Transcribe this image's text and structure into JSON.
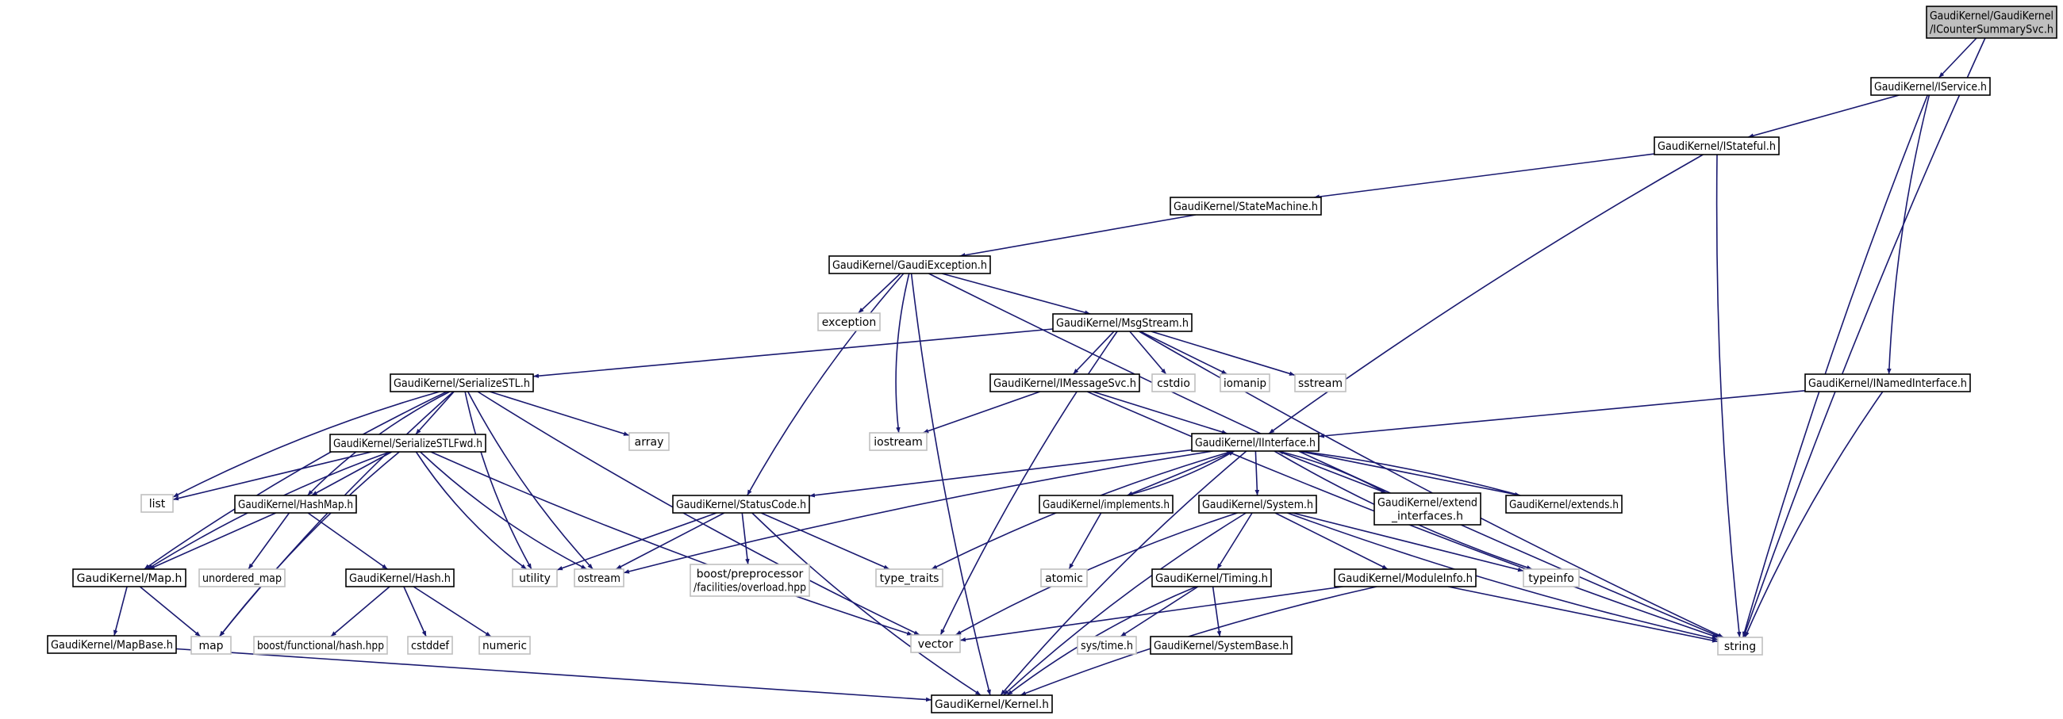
{
  "colors": {
    "edge": "#191970",
    "node_border": "#000000",
    "system_border": "#bfbfbf",
    "root_fill": "#bfbfbf",
    "node_fill": "#ffffff",
    "text": "#000000"
  },
  "nodes": [
    {
      "id": "root",
      "lines": [
        "GaudiKernel/GaudiKernel",
        "/ICounterSummarySvc.h"
      ],
      "kind": "root"
    },
    {
      "id": "iservice",
      "lines": [
        "GaudiKernel/IService.h"
      ],
      "kind": "file"
    },
    {
      "id": "istateful",
      "lines": [
        "GaudiKernel/IStateful.h"
      ],
      "kind": "file"
    },
    {
      "id": "statemachine",
      "lines": [
        "GaudiKernel/StateMachine.h"
      ],
      "kind": "file"
    },
    {
      "id": "gaudiexception",
      "lines": [
        "GaudiKernel/GaudiException.h"
      ],
      "kind": "file"
    },
    {
      "id": "exception",
      "lines": [
        "exception"
      ],
      "kind": "system"
    },
    {
      "id": "msgstream",
      "lines": [
        "GaudiKernel/MsgStream.h"
      ],
      "kind": "file"
    },
    {
      "id": "serializestl",
      "lines": [
        "GaudiKernel/SerializeSTL.h"
      ],
      "kind": "file"
    },
    {
      "id": "imessagesvc",
      "lines": [
        "GaudiKernel/IMessageSvc.h"
      ],
      "kind": "file"
    },
    {
      "id": "cstdio",
      "lines": [
        "cstdio"
      ],
      "kind": "system"
    },
    {
      "id": "iomanip",
      "lines": [
        "iomanip"
      ],
      "kind": "system"
    },
    {
      "id": "sstream",
      "lines": [
        "sstream"
      ],
      "kind": "system"
    },
    {
      "id": "inamedinterface",
      "lines": [
        "GaudiKernel/INamedInterface.h"
      ],
      "kind": "file"
    },
    {
      "id": "array",
      "lines": [
        "array"
      ],
      "kind": "system"
    },
    {
      "id": "iostream",
      "lines": [
        "iostream"
      ],
      "kind": "system"
    },
    {
      "id": "serializestlfwd",
      "lines": [
        "GaudiKernel/SerializeSTLFwd.h"
      ],
      "kind": "file"
    },
    {
      "id": "iinterface",
      "lines": [
        "GaudiKernel/IInterface.h"
      ],
      "kind": "file"
    },
    {
      "id": "list",
      "lines": [
        "list"
      ],
      "kind": "system"
    },
    {
      "id": "hashmap",
      "lines": [
        "GaudiKernel/HashMap.h"
      ],
      "kind": "file"
    },
    {
      "id": "statuscode",
      "lines": [
        "GaudiKernel/StatusCode.h"
      ],
      "kind": "file"
    },
    {
      "id": "implements",
      "lines": [
        "GaudiKernel/implements.h"
      ],
      "kind": "file"
    },
    {
      "id": "system",
      "lines": [
        "GaudiKernel/System.h"
      ],
      "kind": "file"
    },
    {
      "id": "extend_interfaces",
      "lines": [
        "GaudiKernel/extend",
        "_interfaces.h"
      ],
      "kind": "file"
    },
    {
      "id": "extends",
      "lines": [
        "GaudiKernel/extends.h"
      ],
      "kind": "file"
    },
    {
      "id": "unordered_map",
      "lines": [
        "unordered_map"
      ],
      "kind": "system"
    },
    {
      "id": "hash",
      "lines": [
        "GaudiKernel/Hash.h"
      ],
      "kind": "file"
    },
    {
      "id": "mapfile",
      "lines": [
        "GaudiKernel/Map.h"
      ],
      "kind": "file"
    },
    {
      "id": "utility",
      "lines": [
        "utility"
      ],
      "kind": "system"
    },
    {
      "id": "ostream",
      "lines": [
        "ostream"
      ],
      "kind": "system"
    },
    {
      "id": "boostpp",
      "lines": [
        "boost/preprocessor",
        "/facilities/overload.hpp"
      ],
      "kind": "system"
    },
    {
      "id": "type_traits",
      "lines": [
        "type_traits"
      ],
      "kind": "system"
    },
    {
      "id": "atomic",
      "lines": [
        "atomic"
      ],
      "kind": "system"
    },
    {
      "id": "timing",
      "lines": [
        "GaudiKernel/Timing.h"
      ],
      "kind": "file"
    },
    {
      "id": "moduleinfo",
      "lines": [
        "GaudiKernel/ModuleInfo.h"
      ],
      "kind": "file"
    },
    {
      "id": "typeinfo",
      "lines": [
        "typeinfo"
      ],
      "kind": "system"
    },
    {
      "id": "mapbase",
      "lines": [
        "GaudiKernel/MapBase.h"
      ],
      "kind": "file"
    },
    {
      "id": "map",
      "lines": [
        "map"
      ],
      "kind": "system"
    },
    {
      "id": "boosthash",
      "lines": [
        "boost/functional/hash.hpp"
      ],
      "kind": "system"
    },
    {
      "id": "cstddef",
      "lines": [
        "cstddef"
      ],
      "kind": "system"
    },
    {
      "id": "numeric",
      "lines": [
        "numeric"
      ],
      "kind": "system"
    },
    {
      "id": "vector",
      "lines": [
        "vector"
      ],
      "kind": "system"
    },
    {
      "id": "systime",
      "lines": [
        "sys/time.h"
      ],
      "kind": "system"
    },
    {
      "id": "systembase",
      "lines": [
        "GaudiKernel/SystemBase.h"
      ],
      "kind": "file"
    },
    {
      "id": "string",
      "lines": [
        "string"
      ],
      "kind": "system"
    },
    {
      "id": "kernel",
      "lines": [
        "GaudiKernel/Kernel.h"
      ],
      "kind": "file"
    }
  ],
  "edges": [
    [
      "root",
      "iservice"
    ],
    [
      "root",
      "string"
    ],
    [
      "iservice",
      "istateful"
    ],
    [
      "iservice",
      "inamedinterface"
    ],
    [
      "iservice",
      "string"
    ],
    [
      "istateful",
      "statemachine"
    ],
    [
      "istateful",
      "iinterface"
    ],
    [
      "istateful",
      "string"
    ],
    [
      "statemachine",
      "gaudiexception"
    ],
    [
      "gaudiexception",
      "exception"
    ],
    [
      "gaudiexception",
      "msgstream"
    ],
    [
      "gaudiexception",
      "statuscode"
    ],
    [
      "gaudiexception",
      "iostream"
    ],
    [
      "gaudiexception",
      "string"
    ],
    [
      "gaudiexception",
      "kernel"
    ],
    [
      "msgstream",
      "serializestl"
    ],
    [
      "msgstream",
      "imessagesvc"
    ],
    [
      "msgstream",
      "cstdio"
    ],
    [
      "msgstream",
      "iomanip"
    ],
    [
      "msgstream",
      "sstream"
    ],
    [
      "msgstream",
      "vector"
    ],
    [
      "msgstream",
      "string"
    ],
    [
      "serializestl",
      "serializestlfwd"
    ],
    [
      "serializestl",
      "array"
    ],
    [
      "serializestl",
      "list"
    ],
    [
      "serializestl",
      "hashmap"
    ],
    [
      "serializestl",
      "mapfile"
    ],
    [
      "serializestl",
      "utility"
    ],
    [
      "serializestl",
      "ostream"
    ],
    [
      "serializestl",
      "map"
    ],
    [
      "serializestl",
      "vector"
    ],
    [
      "serializestlfwd",
      "list"
    ],
    [
      "serializestlfwd",
      "hashmap"
    ],
    [
      "serializestlfwd",
      "mapfile"
    ],
    [
      "serializestlfwd",
      "utility"
    ],
    [
      "serializestlfwd",
      "ostream"
    ],
    [
      "serializestlfwd",
      "map"
    ],
    [
      "serializestlfwd",
      "vector"
    ],
    [
      "imessagesvc",
      "iostream"
    ],
    [
      "imessagesvc",
      "iinterface"
    ],
    [
      "imessagesvc",
      "string"
    ],
    [
      "inamedinterface",
      "iinterface"
    ],
    [
      "inamedinterface",
      "string"
    ],
    [
      "iinterface",
      "statuscode"
    ],
    [
      "iinterface",
      "implements"
    ],
    [
      "iinterface",
      "system"
    ],
    [
      "iinterface",
      "extend_interfaces"
    ],
    [
      "iinterface",
      "extends"
    ],
    [
      "iinterface",
      "ostream"
    ],
    [
      "iinterface",
      "type_traits"
    ],
    [
      "iinterface",
      "typeinfo"
    ],
    [
      "iinterface",
      "kernel"
    ],
    [
      "implements",
      "iinterface"
    ],
    [
      "implements",
      "atomic"
    ],
    [
      "extend_interfaces",
      "iinterface"
    ],
    [
      "extends",
      "iinterface"
    ],
    [
      "hashmap",
      "unordered_map"
    ],
    [
      "hashmap",
      "hash"
    ],
    [
      "hashmap",
      "mapfile"
    ],
    [
      "hash",
      "boosthash"
    ],
    [
      "hash",
      "cstddef"
    ],
    [
      "hash",
      "numeric"
    ],
    [
      "mapfile",
      "mapbase"
    ],
    [
      "mapfile",
      "map"
    ],
    [
      "mapbase",
      "kernel"
    ],
    [
      "statuscode",
      "utility"
    ],
    [
      "statuscode",
      "ostream"
    ],
    [
      "statuscode",
      "boostpp"
    ],
    [
      "statuscode",
      "type_traits"
    ],
    [
      "statuscode",
      "kernel"
    ],
    [
      "system",
      "timing"
    ],
    [
      "system",
      "moduleinfo"
    ],
    [
      "system",
      "vector"
    ],
    [
      "system",
      "typeinfo"
    ],
    [
      "system",
      "string"
    ],
    [
      "system",
      "kernel"
    ],
    [
      "timing",
      "systime"
    ],
    [
      "timing",
      "systembase"
    ],
    [
      "timing",
      "kernel"
    ],
    [
      "moduleinfo",
      "vector"
    ],
    [
      "moduleinfo",
      "string"
    ],
    [
      "moduleinfo",
      "kernel"
    ]
  ]
}
